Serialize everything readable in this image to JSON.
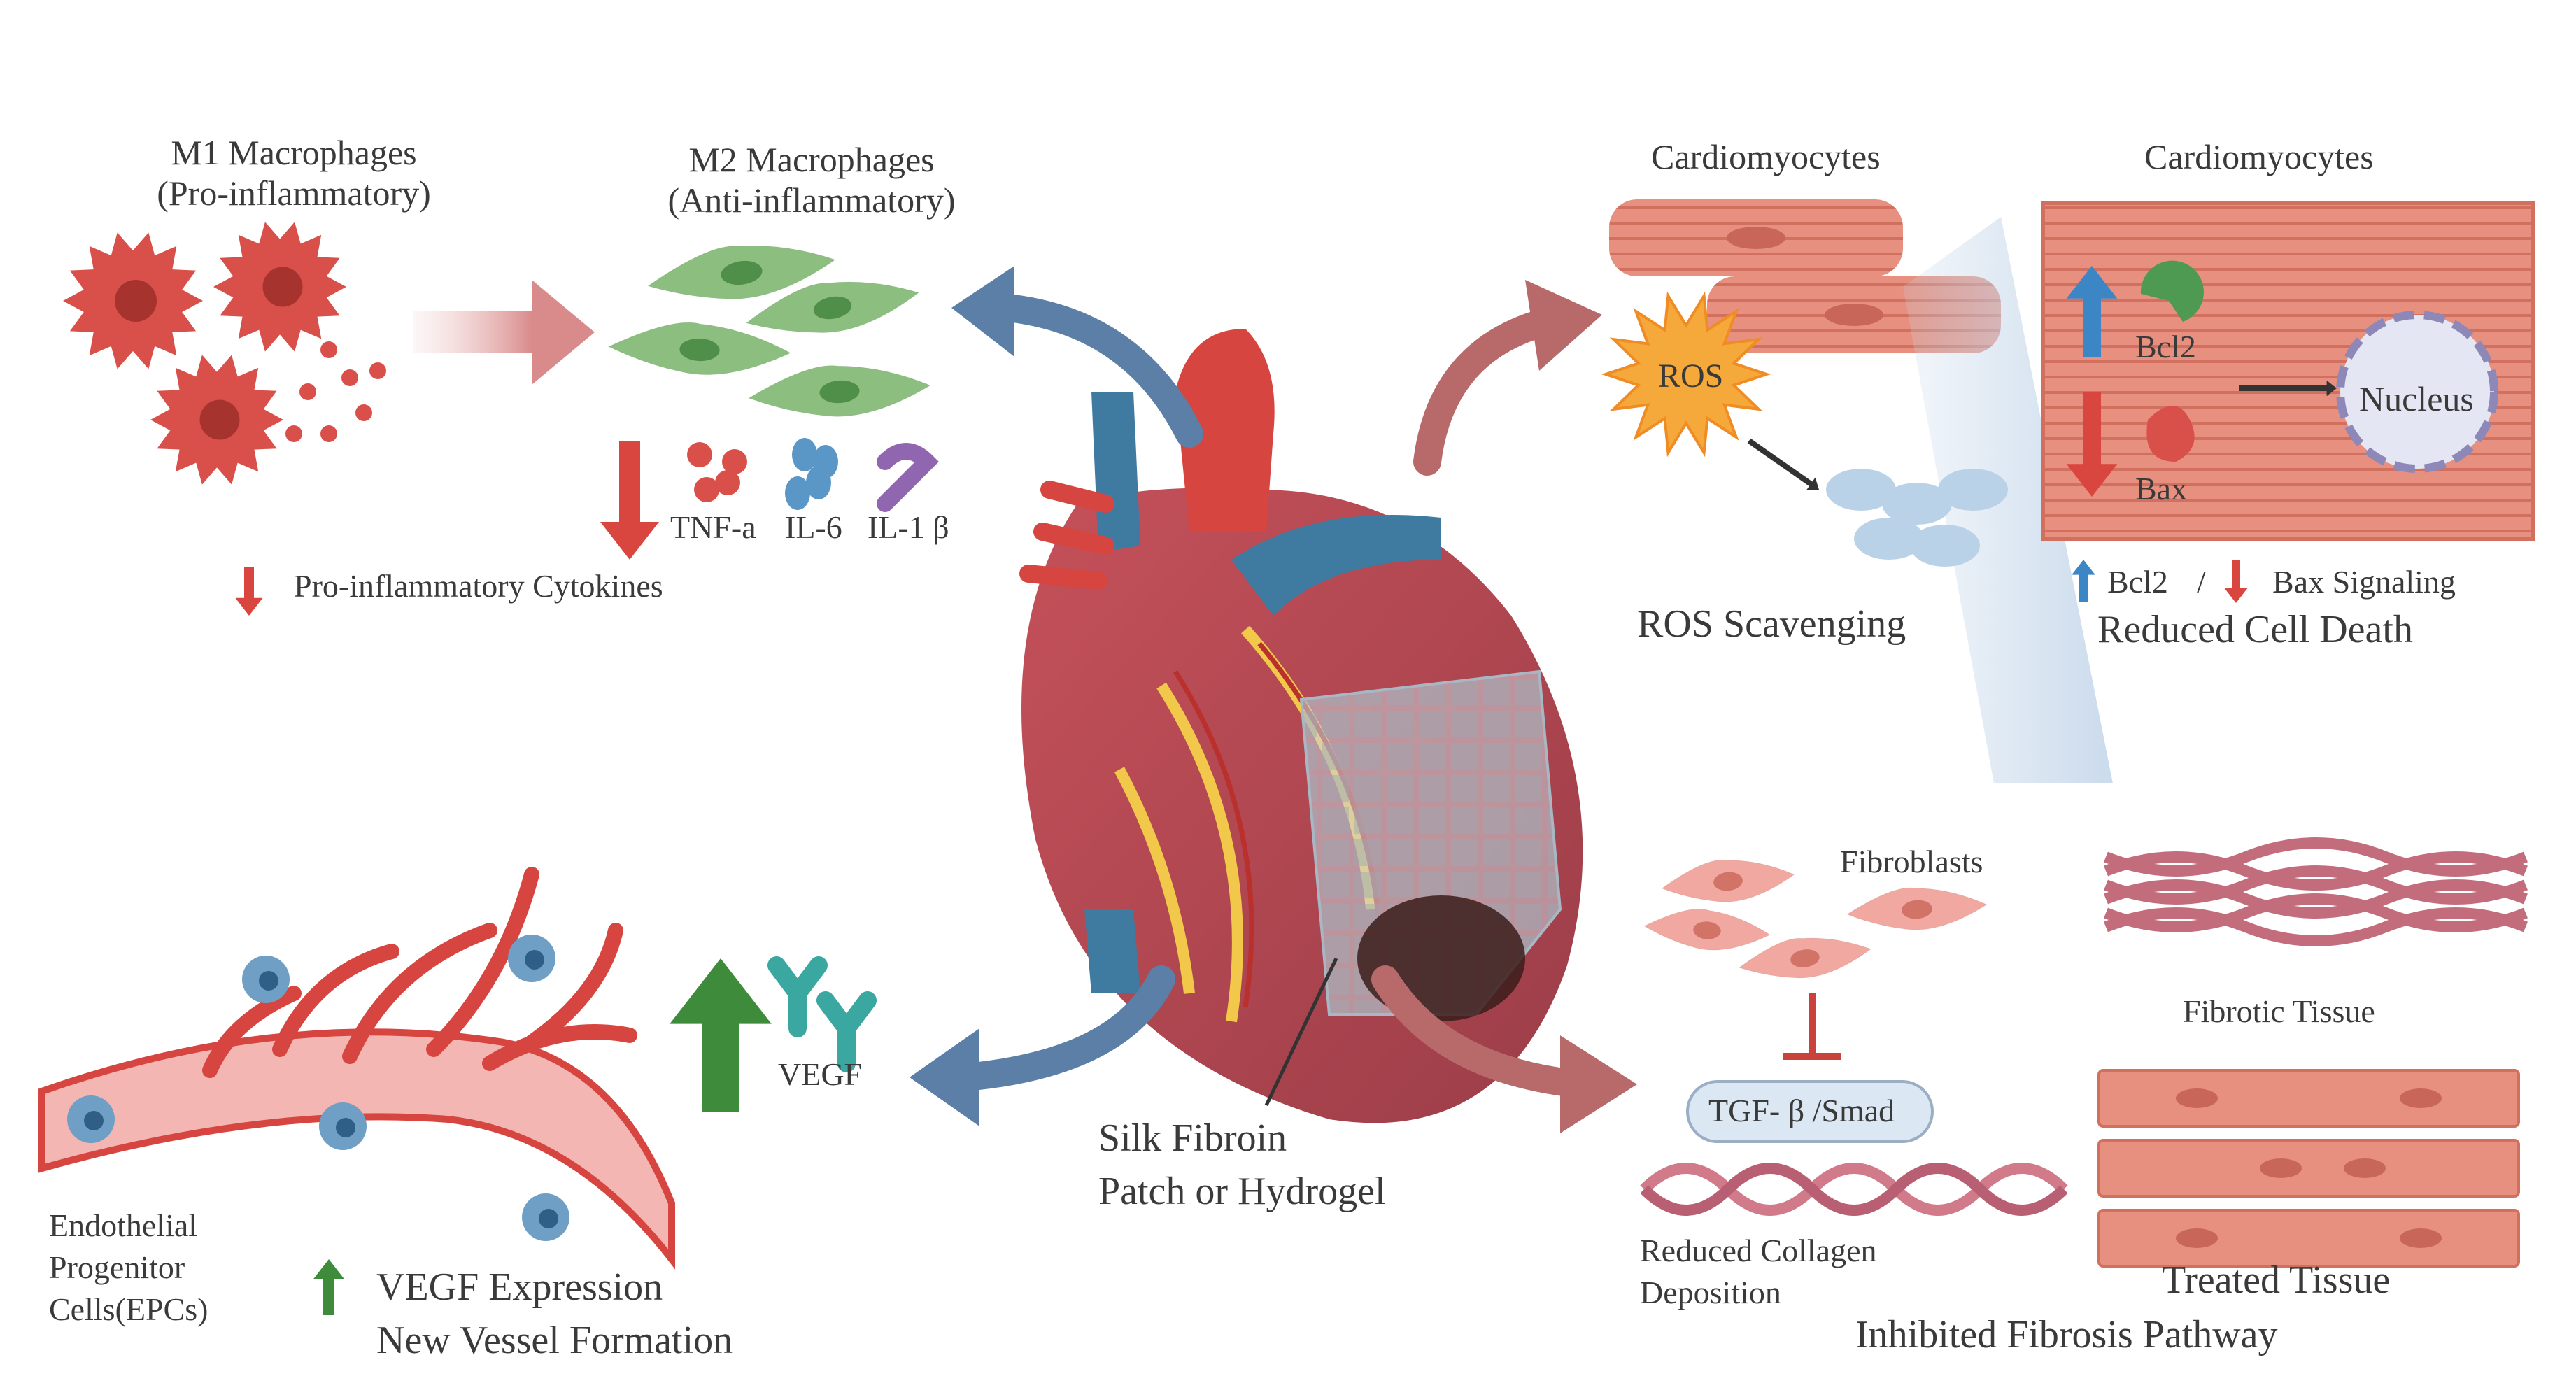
{
  "panels": {
    "inflammation": {
      "title": "INFLAMMATION REGULATION",
      "m1": "M1 Macrophages\n(Pro-inflammatory)",
      "m2": "M2 Macrophages\n(Anti-inflammatory)",
      "cyto1": "TNF-a",
      "cyto2": "IL-6",
      "cyto3": "IL-1 β",
      "summary": "Pro-inflammatory Cytokines"
    },
    "antioxidant": {
      "title": "ANTI-OXIDANT & ANTI-APOPTOSIS",
      "cardio_left": "Cardiomyocytes",
      "cardio_right": "Cardiomyocytes",
      "ros": "ROS",
      "bcl2": "Bcl2",
      "bax": "Bax",
      "nucleus": "Nucleus",
      "ros_scavenging": "ROS Scavenging",
      "signal_bcl2": "Bcl2",
      "signal_sep": "/",
      "signal_bax": "Bax Signaling",
      "reduced_death": "Reduced Cell Death"
    },
    "angiogenesis": {
      "title": "ANGIOGENESIS PROMOTION",
      "vegf": "VEGF",
      "epc": "Endothelial\nProgenitor\nCells(EPCs)",
      "vegf_expression": "VEGF Expression",
      "new_vessel": "New Vessel Formation"
    },
    "remodeling": {
      "title": "CARDIAC REMODELING",
      "fibroblasts": "Fibroblasts",
      "fibrotic": "Fibrotic Tissue",
      "tgf": "TGF- β /Smad",
      "collagen": "Reduced Collagen\nDeposition",
      "treated": "Treated Tissue",
      "pathway": "Inhibited Fibrosis Pathway"
    }
  },
  "center": {
    "patch_label": "Silk Fibroin\nPatch or Hydrogel"
  },
  "colors": {
    "panel_border": "#a9b7c9",
    "panel_bg": "#eef3f9",
    "header_bg": "#d9e5f1",
    "arrow_blue": "#5b7fa6",
    "arrow_red": "#b86a6a",
    "down_red": "#d8463f",
    "up_blue": "#3d86c6",
    "up_green": "#3e8b3c",
    "muscle": "#e3877c",
    "heart_red": "#d6453f",
    "vessel_blue": "#3f7aa0"
  }
}
